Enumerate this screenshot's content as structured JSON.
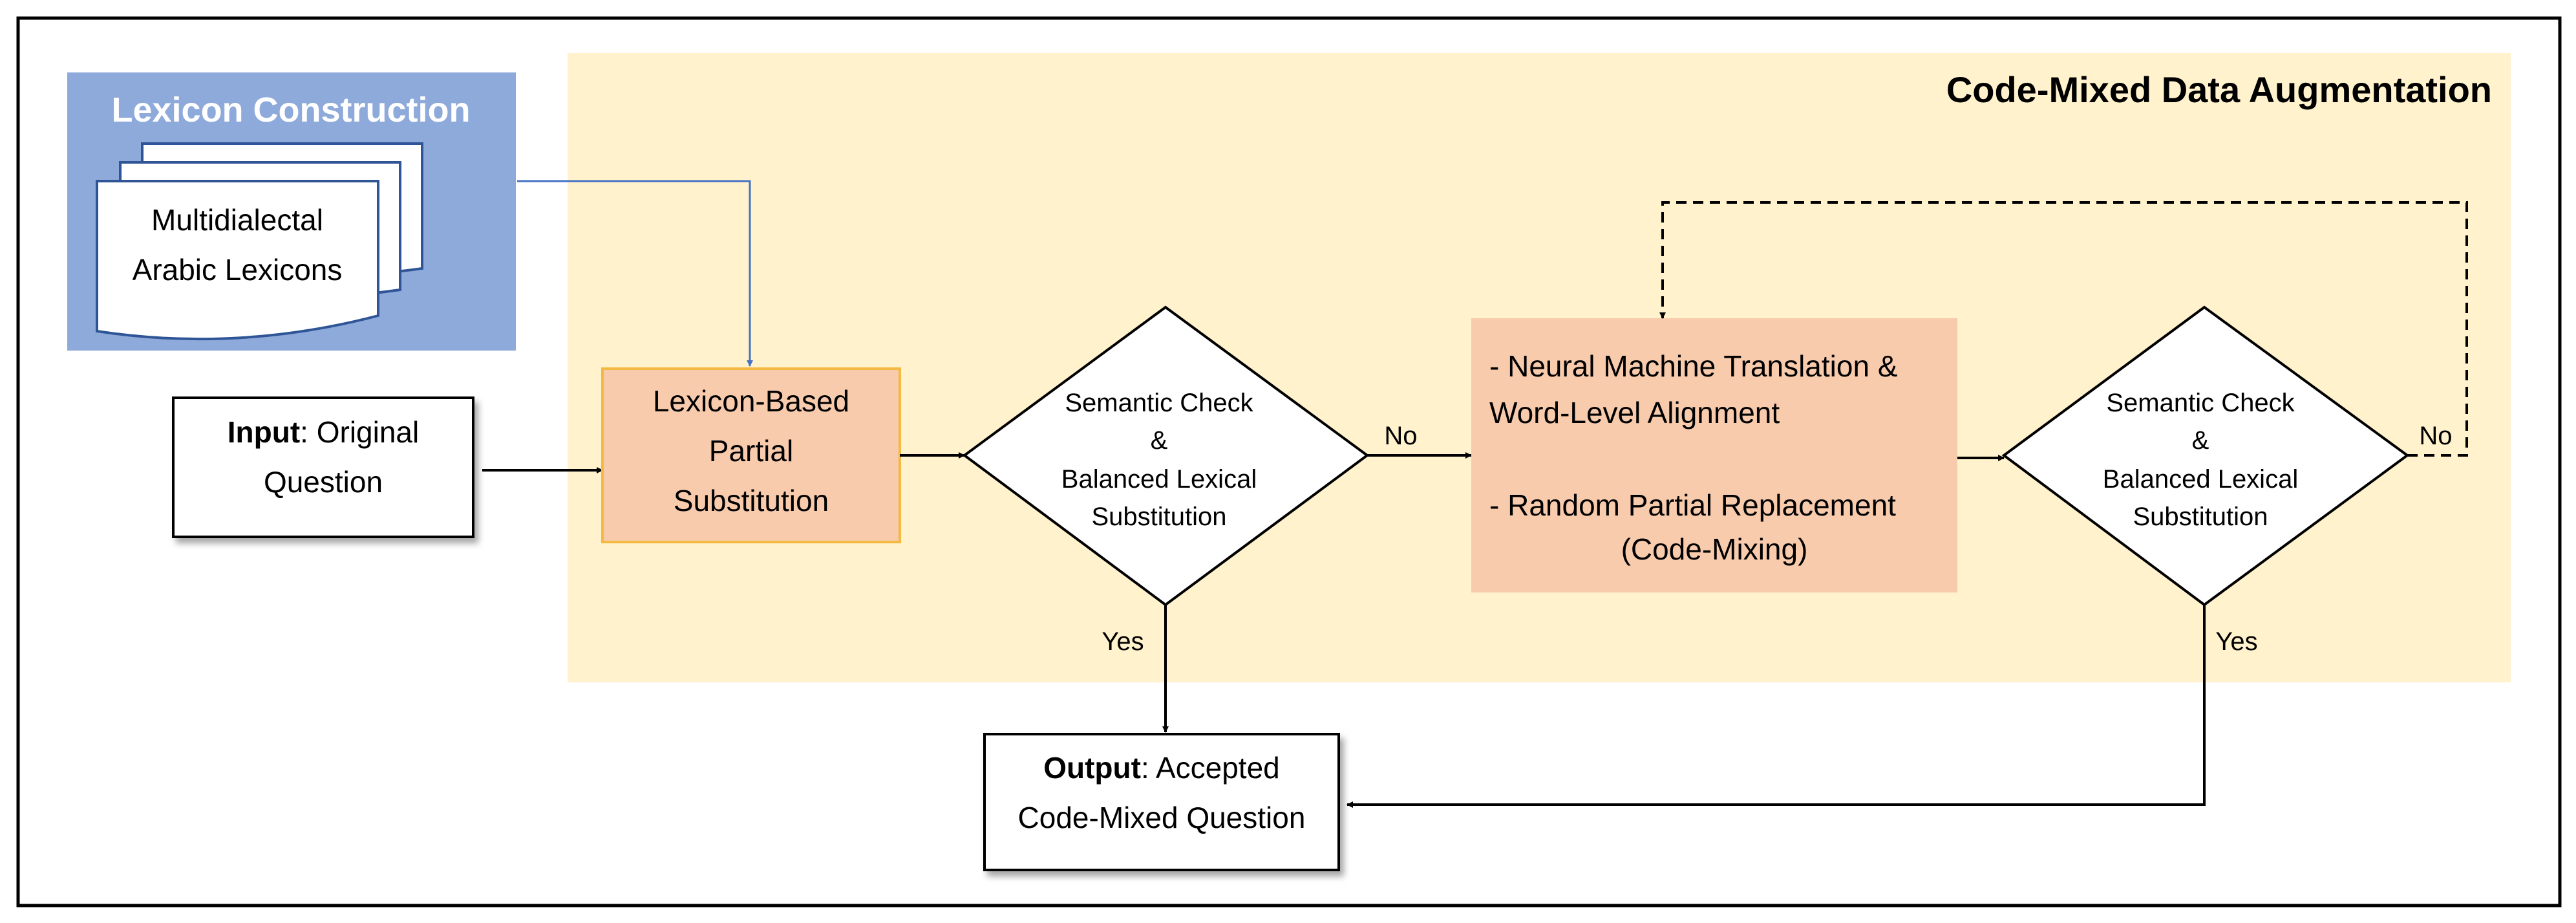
{
  "colors": {
    "frame": "#000000",
    "augmentation_bg": "#fff2cc",
    "lexicon_bg": "#8eaadb",
    "process_box": "#f8cbad",
    "process_border": "#f4b942",
    "arrow_blue": "#4472c4"
  },
  "lexicon": {
    "title": "Lexicon Construction",
    "doc_line1": "Multidialectal",
    "doc_line2": "Arabic Lexicons"
  },
  "augmentation": {
    "title": "Code-Mixed Data Augmentation"
  },
  "input": {
    "bold": "Input",
    "rest": ": Original",
    "line2": "Question"
  },
  "step1": {
    "line1": "Lexicon-Based",
    "line2": "Partial",
    "line3": "Substitution"
  },
  "check1": {
    "line1": "Semantic Check",
    "line2": "&",
    "line3": "Balanced Lexical",
    "line4": "Substitution"
  },
  "step2": {
    "line1": "- Neural Machine Translation &",
    "line2": "Word-Level Alignment",
    "line3": "- Random Partial Replacement",
    "line4": "(Code-Mixing)"
  },
  "check2": {
    "line1": "Semantic Check",
    "line2": "&",
    "line3": "Balanced Lexical",
    "line4": "Substitution"
  },
  "edges": {
    "no1": "No",
    "yes1": "Yes",
    "no2": "No",
    "yes2": "Yes"
  },
  "output": {
    "bold": "Output",
    "rest": ": Accepted",
    "line2": "Code-Mixed Question"
  }
}
